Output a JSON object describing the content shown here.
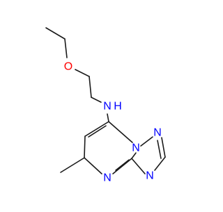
{
  "molecule": {
    "atom_labels": {
      "oxygen": "O",
      "amine_n": "N",
      "amine_h": "H",
      "ring_n_bridge": "N",
      "ring_n_pyrimidine": "N",
      "ring_n_triazole_top": "N",
      "ring_n_triazole_bottom": "N"
    },
    "colors": {
      "bond": "#1a1a1a",
      "oxygen": "#ff0000",
      "nitrogen": "#0000ff"
    }
  }
}
